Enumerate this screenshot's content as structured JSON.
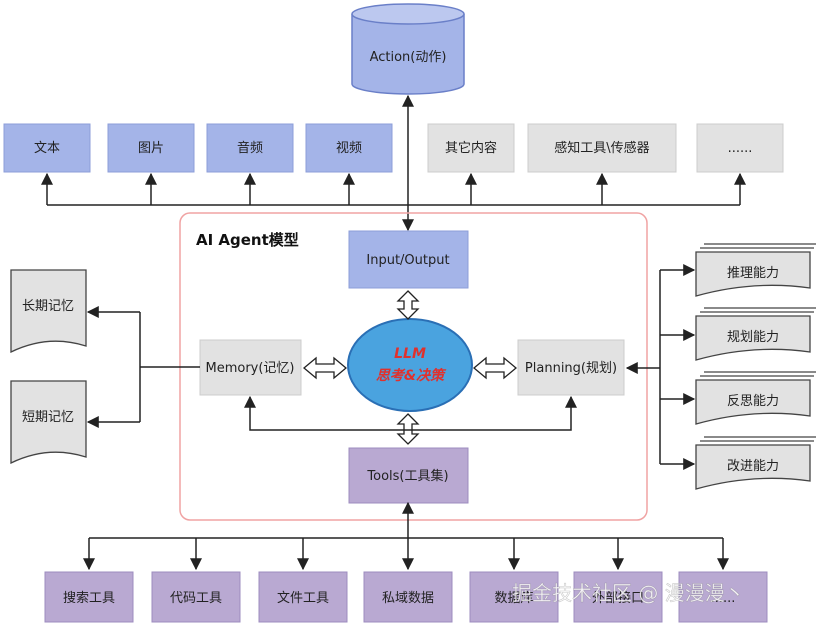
{
  "action": {
    "label": "Action(动作)"
  },
  "outputs": [
    "文本",
    "图片",
    "音频",
    "视频",
    "其它内容",
    "感知工具\\传感器",
    "......"
  ],
  "agent": {
    "title": "AI Agent模型",
    "io": "Input/Output",
    "llm_line1": "LLM",
    "llm_line2": "思考&决策",
    "memory": "Memory(记忆)",
    "planning": "Planning(规划)",
    "tools": "Tools(工具集)"
  },
  "memory_docs": [
    "长期记忆",
    "短期记忆"
  ],
  "planning_docs": [
    "推理能力",
    "规划能力",
    "反思能力",
    "改进能力"
  ],
  "tools_list": [
    "搜索工具",
    "代码工具",
    "文件工具",
    "私域数据",
    "数据库",
    "外部接口",
    "......"
  ],
  "watermark": "掘金技术社区 @ 漫漫漫丶",
  "colors": {
    "blue_box": "#a4b4e8",
    "gray_box": "#e2e2e2",
    "purple_box": "#b9a9d2",
    "agent_border": "#f0a3a3",
    "llm_fill": "#4aa3df",
    "llm_text": "#e0312d"
  }
}
